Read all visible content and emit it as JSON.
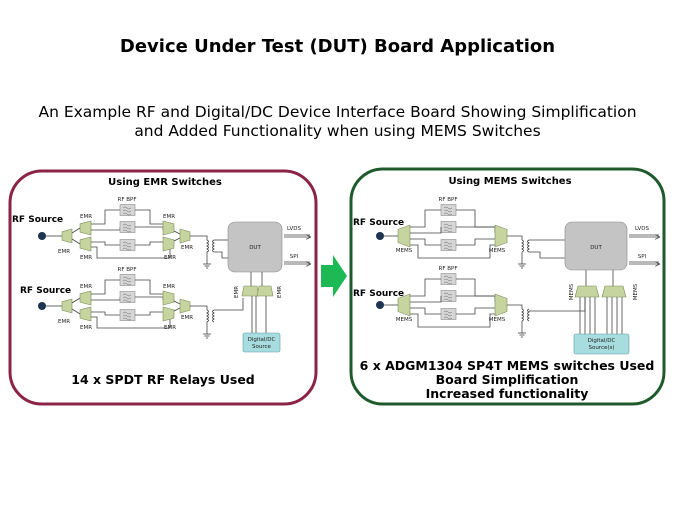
{
  "title": "Device Under Test (DUT) Board Application",
  "subtitle": [
    "An Example RF and Digital/DC Device Interface Board Showing Simplification",
    "and Added Functionality when using MEMS  Switches"
  ],
  "colors": {
    "left_border": "#8b2346",
    "right_border": "#1f5a2c",
    "arrow": "#1db954",
    "switch": "#c6d4a0",
    "filter": "#d6d6d6",
    "dut": "#c4c4c4",
    "digital_box": "#a8dde0"
  },
  "left": {
    "title": "Using EMR Switches",
    "rf_source": "RF Source",
    "switch_label": "EMR",
    "filter_label": "RF BPF",
    "dut": "DUT",
    "lvds": "LVDS",
    "spi": "SPI",
    "digital": [
      "Digital/DC",
      "Source"
    ],
    "footer": "14 x SPDT RF Relays Used"
  },
  "right": {
    "title": "Using MEMS Switches",
    "rf_source": "RF Source",
    "switch_label": "MEMS",
    "filter_label": "RF BPF",
    "dut": "DUT",
    "lvds": "LVDS",
    "spi": "SPI",
    "digital": [
      "Digital/DC",
      "Source(s)"
    ],
    "footer": [
      "6 x ADGM1304 SP4T MEMS switches Used",
      "Board Simplification",
      "Increased  functionality"
    ]
  }
}
